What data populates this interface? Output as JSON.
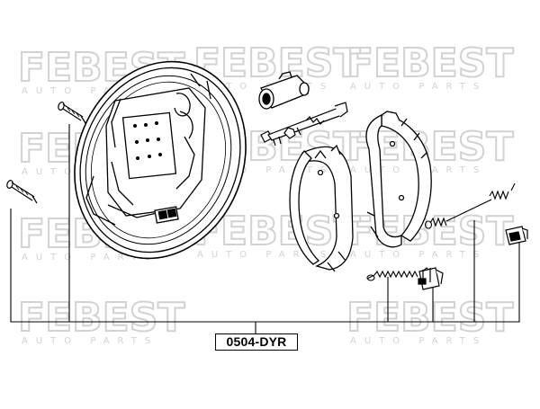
{
  "diagram": {
    "part_number": "0504-DYR",
    "watermark": {
      "brand": "FEBEST",
      "tagline": "AUTO PARTS"
    },
    "colors": {
      "line": "#000000",
      "watermark": "#d2d2d2",
      "background": "#ffffff"
    },
    "components": [
      "bolt-1",
      "bolt-2",
      "brake-backing-plate",
      "wheel-cylinder",
      "adjuster",
      "brake-shoe-front",
      "brake-shoe-rear",
      "lower-return-spring",
      "retainer-clip",
      "upper-return-spring",
      "adjuster-clip"
    ]
  }
}
